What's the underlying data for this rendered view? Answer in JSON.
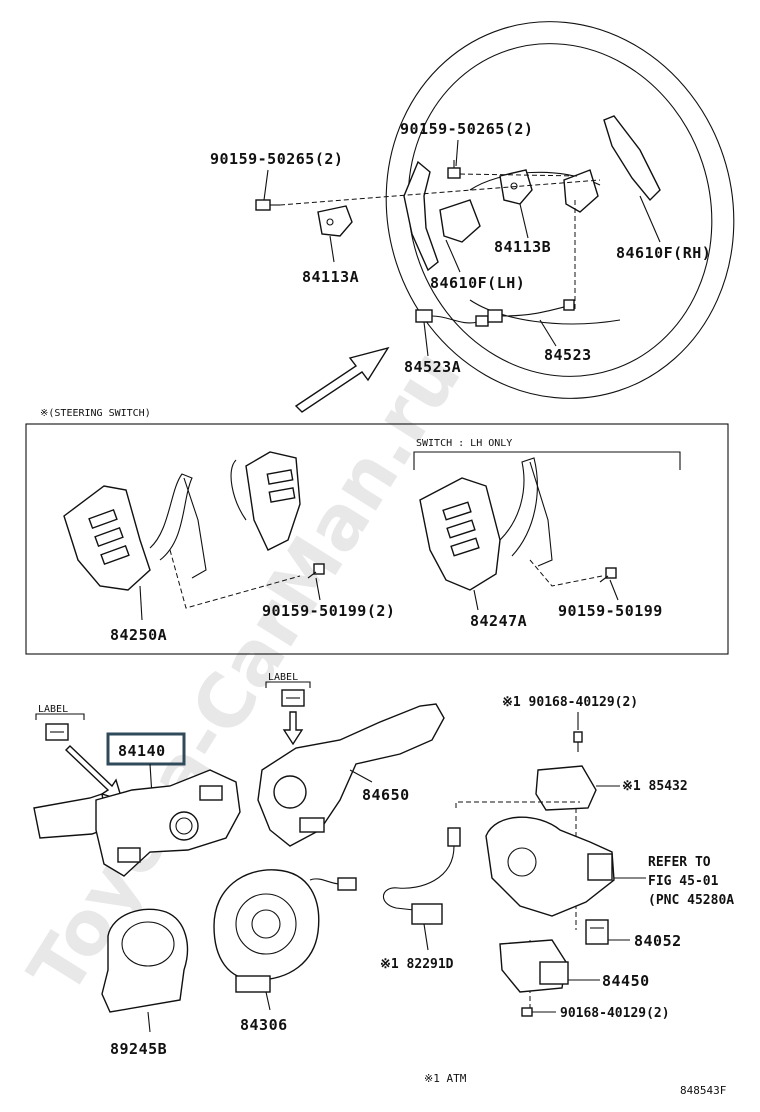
{
  "watermark": "Toyota-CarMan.ru",
  "steering_wheel": {
    "labels": {
      "bolt_left": "90159-50265(2)",
      "bolt_right": "90159-50265(2)",
      "bracket_a": "84113A",
      "bracket_b": "84113B",
      "paddle_lh": "84610F(LH)",
      "paddle_rh": "84610F(RH)",
      "harness_a": "84523A",
      "harness": "84523"
    }
  },
  "steering_switch_box": {
    "title": "※(STEERING SWITCH)",
    "switch_note": "SWITCH : LH ONLY",
    "labels": {
      "switch_left": "84250A",
      "bolt_left": "90159-50199(2)",
      "switch_lh": "84247A",
      "bolt_right": "90159-50199"
    }
  },
  "column": {
    "label_tag_left": "LABEL",
    "label_tag_right": "LABEL",
    "labels": {
      "combination_switch": "84140",
      "wiper_switch": "84650",
      "spiral_cable": "84306",
      "clock_sensor": "89245B",
      "bolt_top": "※1 90168-40129(2)",
      "lock_unit": "※1 85432",
      "harness": "※1 82291D",
      "refer_1": "REFER TO",
      "refer_2": "FIG 45-01",
      "refer_3": "(PNC 45280A",
      "part_84052": "84052",
      "part_84450": "84450",
      "bolt_bottom": "90168-40129(2)"
    }
  },
  "footnote": "※1 ATM",
  "figure_id": "848543F"
}
